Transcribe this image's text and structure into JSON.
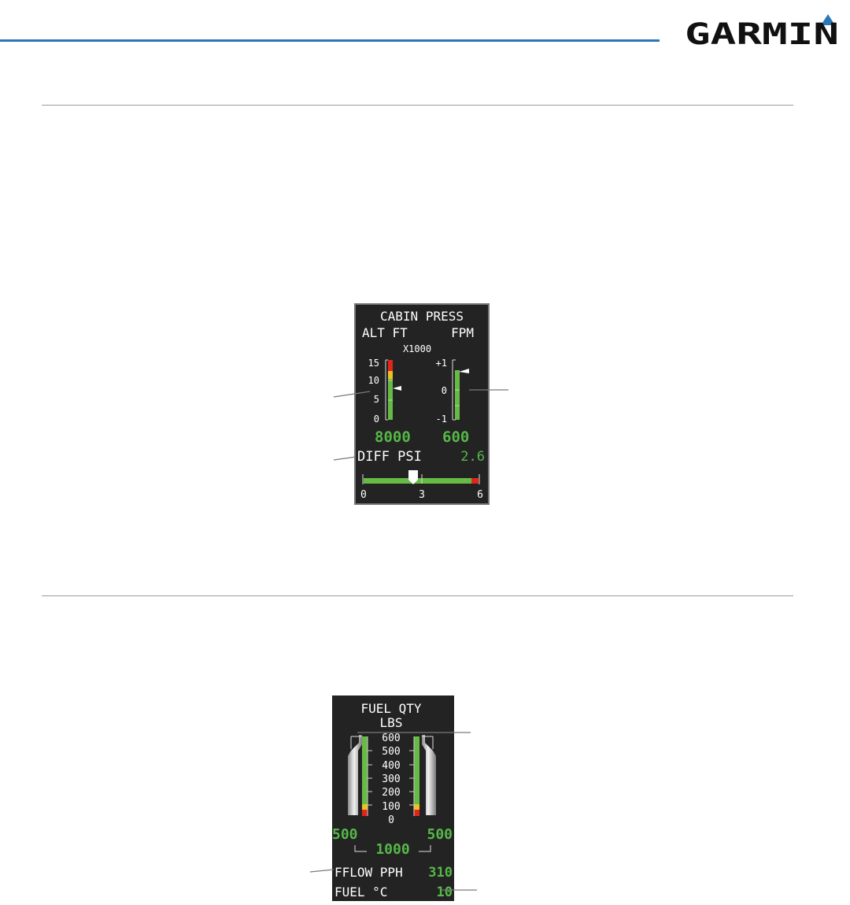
{
  "brand": {
    "name": "GARMIN",
    "accent_color": "#2a77b8"
  },
  "cabin": {
    "title": "CABIN PRESS",
    "alt_label": "ALT FT",
    "fpm_label": "FPM",
    "alt_multiplier": "X1000",
    "alt_ticks": [
      "15",
      "10",
      "5",
      "0"
    ],
    "fpm_ticks": [
      "+1",
      "0",
      "-1"
    ],
    "alt_value": "8000",
    "fpm_value": "600",
    "diff_label": "DIFF PSI",
    "diff_value": "2.6",
    "diff_ticks": [
      "0",
      "3",
      "6"
    ],
    "alt_pointer_level": 0.53,
    "fpm_pointer_level": 0.8,
    "diff_pointer_level": 0.43
  },
  "fuel": {
    "title_line1": "FUEL QTY",
    "title_line2": "LBS",
    "scale": [
      "600",
      "500",
      "400",
      "300",
      "200",
      "100",
      "0"
    ],
    "left_qty": "500",
    "right_qty": "500",
    "total_qty": "1000",
    "fflow_label": "FFLOW PPH",
    "fflow_value": "310",
    "temp_label": "FUEL °C",
    "temp_value": "10"
  },
  "colors": {
    "green": "#66bb44",
    "value_green": "#55b848",
    "red": "#e0261a",
    "yellow": "#f0c020",
    "panel": "#232323"
  }
}
